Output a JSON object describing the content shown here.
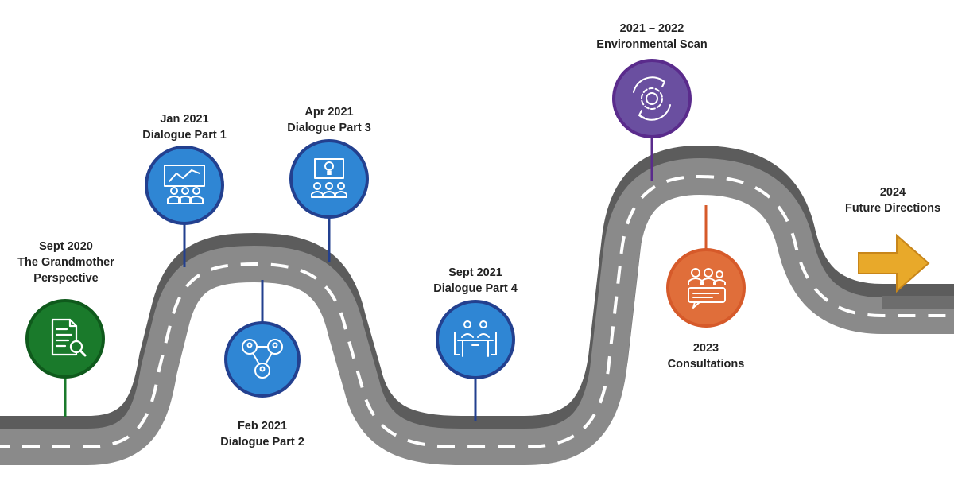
{
  "milestones": [
    {
      "id": "m1",
      "date": "Sept 2020",
      "title": "The Grandmother Perspective",
      "title_lines": [
        "The Grandmother",
        "Perspective"
      ],
      "icon": "document-search-icon",
      "color": "#1a7a2b"
    },
    {
      "id": "m2",
      "date": "Jan 2021",
      "title": "Dialogue Part 1",
      "title_lines": [
        "Dialogue Part 1"
      ],
      "icon": "presentation-audience-icon",
      "color": "#2f86d4"
    },
    {
      "id": "m3",
      "date": "Feb 2021",
      "title": "Dialogue Part 2",
      "title_lines": [
        "Dialogue Part 2"
      ],
      "icon": "group-collaboration-icon",
      "color": "#2f86d4"
    },
    {
      "id": "m4",
      "date": "Apr 2021",
      "title": "Dialogue Part 3",
      "title_lines": [
        "Dialogue Part 3"
      ],
      "icon": "idea-screen-audience-icon",
      "color": "#2f86d4"
    },
    {
      "id": "m5",
      "date": "Sept 2021",
      "title": "Dialogue Part 4",
      "title_lines": [
        "Dialogue Part 4"
      ],
      "icon": "meeting-table-icon",
      "color": "#2f86d4"
    },
    {
      "id": "m6",
      "date": "2021 – 2022",
      "title": "Environmental Scan",
      "title_lines": [
        "Environmental Scan"
      ],
      "icon": "gear-cycle-icon",
      "color": "#6a4fa0"
    },
    {
      "id": "m7",
      "date": "2023",
      "title": "Consultations",
      "title_lines": [
        "Consultations"
      ],
      "icon": "people-speech-icon",
      "color": "#e06e3a"
    },
    {
      "id": "m8",
      "date": "2024",
      "title": "Future Directions",
      "title_lines": [
        "Future Directions"
      ],
      "icon": "arrow-right-icon",
      "color": "#e8a92a"
    }
  ],
  "colors": {
    "road_top": "#8a8a8a",
    "road_side": "#5c5c5c",
    "lane_mark": "#ffffff",
    "text": "#222222"
  }
}
